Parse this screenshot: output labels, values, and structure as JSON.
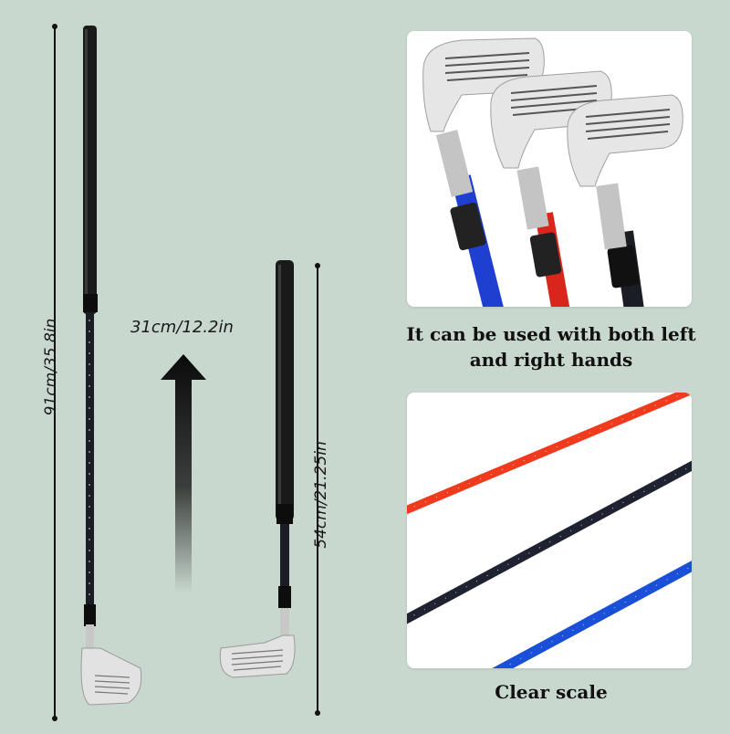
{
  "left_panel": {
    "long_club_label": "91cm/35.8in",
    "short_club_label": "54cm/21.25in",
    "extension_label": "31cm/12.2in"
  },
  "right_panel": {
    "top_caption": "It can be used with both left and right hands",
    "bottom_caption": "Clear scale"
  },
  "colors": {
    "background": "#c9d8cf",
    "shaft_blue": "#1e3fd0",
    "shaft_red": "#d8261c",
    "shaft_black": "#1b1d25",
    "scale_red": "#f03a1e",
    "scale_navy": "#1f2230",
    "scale_blue": "#1a4fd8"
  }
}
